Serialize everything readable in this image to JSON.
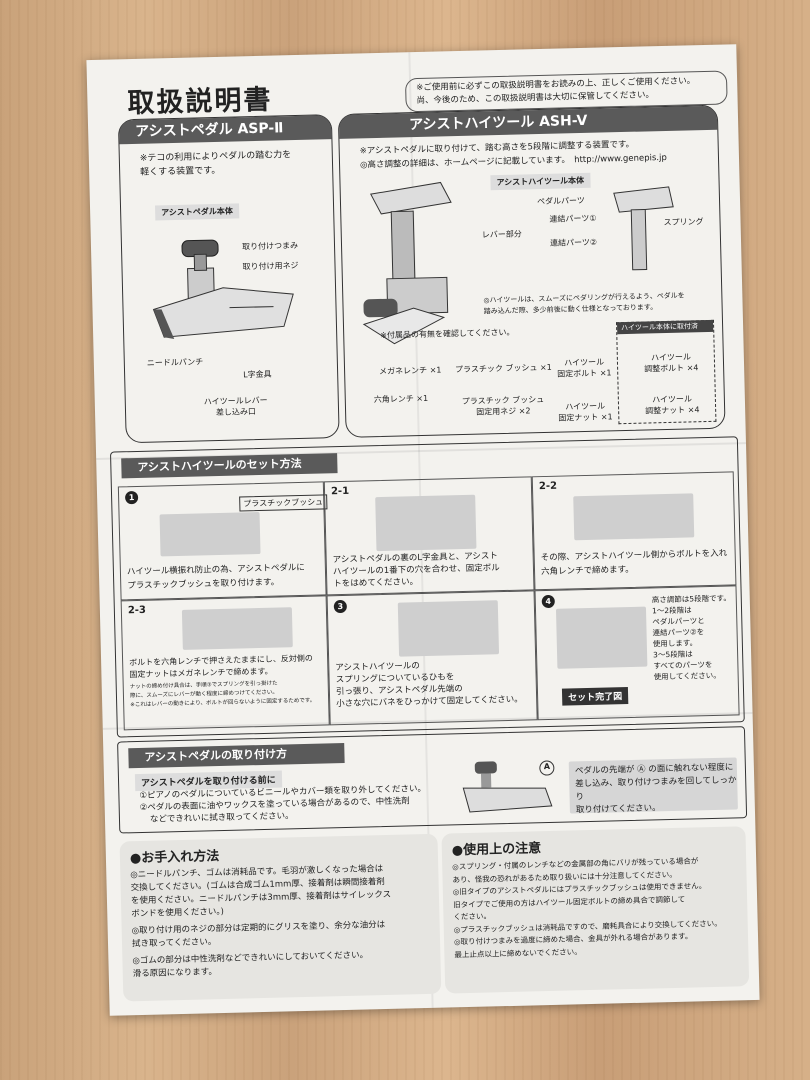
{
  "title": "取扱説明書",
  "notice": {
    "line1": "※ご使用前に必ずこの取扱説明書をお読みの上、正しくご使用ください。",
    "line2": "尚、今後のため、この取扱説明書は大切に保管してください。"
  },
  "pedal": {
    "header": "アシストペダル ASP-Ⅱ",
    "desc1": "※テコの利用によりペダルの踏む力を",
    "desc2": "軽くする装置です。",
    "body_label": "アシストペダル本体",
    "knob": "取り付けつまみ",
    "screw": "取り付け用ネジ",
    "needle": "ニードルパンチ",
    "lbracket": "L字金具",
    "lever1": "ハイツールレバー",
    "lever2": "差し込み口"
  },
  "hightool": {
    "header": "アシストハイツール ASH-V",
    "desc1": "※アシストペダルに取り付けて、踏む高さを5段階に調整する装置です。",
    "desc2": "◎高さ調整の詳細は、ホームページに記載しています。",
    "url": "http://www.genepis.jp",
    "body_label": "アシストハイツール本体",
    "pedal_parts": "ペダルパーツ",
    "link1": "連結パーツ①",
    "link2": "連結パーツ②",
    "spring": "スプリング",
    "lever": "レバー部分",
    "note1": "◎ハイツールは、スムーズにペダリングが行えるよう、ペダルを",
    "note2": "踏み込んだ際、多少前後に動く仕様となっております。"
  },
  "accessories": {
    "check": "※付属品の有無を確認してください。",
    "wrench": "メガネレンチ ×1",
    "hex": "六角レンチ ×1",
    "bush": "プラスチック ブッシュ ×1",
    "bush_screw1": "プラスチック ブッシュ",
    "bush_screw2": "固定用ネジ ×2",
    "bolt1": "ハイツール",
    "bolt2": "固定ボルト ×1",
    "nut1": "ハイツール",
    "nut2": "固定ナット ×1",
    "attached": "ハイツール本体に取付済",
    "adj_bolt1": "ハイツール",
    "adj_bolt2": "調整ボルト ×4",
    "adj_nut1": "ハイツール",
    "adj_nut2": "調整ナット ×4"
  },
  "set": {
    "header": "アシストハイツールのセット方法",
    "s1": "1",
    "s1_tag": "プラスチックブッシュ",
    "s1_t1": "ハイツール横振れ防止の為、アシストペダルに",
    "s1_t2": "プラスチックブッシュを取り付けます。",
    "s21": "2-1",
    "s21_t1": "アシストペダルの裏のL字金具と、アシスト",
    "s21_t2": "ハイツールの1番下の穴を合わせ、固定ボル",
    "s21_t3": "トをはめてください。",
    "s22": "2-2",
    "s22_t1": "その際、アシストハイツール側からボルトを入れ",
    "s22_t2": "六角レンチで締めます。",
    "s23": "2-3",
    "s23_t1": "ボルトを六角レンチで押さえたままにし、反対側の",
    "s23_t2": "固定ナットはメガネレンチで締めます。",
    "s23_t3": "ナットの締め付け具合は、手順③でスプリングを引っ掛けた",
    "s23_t4": "際に、スムーズにレバーが動く程度に締めつけてください。",
    "s23_t5": "※これはレバーの動きにより、ボルトが回らないように固定するためです。",
    "s3": "3",
    "s3_t1": "アシストハイツールの",
    "s3_t2": "スプリングについているひもを",
    "s3_t3": "引っ張り、アシストペダル先端の",
    "s3_t4": "小さな穴にバネをひっかけて固定してください。",
    "s4": "4",
    "s4_t1": "高さ調節は5段階です。",
    "s4_t2": "1〜2段階は",
    "s4_t3": "ペダルパーツと",
    "s4_t4": "連結パーツ②を",
    "s4_t5": "使用します。",
    "s4_t6": "3〜5段階は",
    "s4_t7": "すべてのパーツを",
    "s4_t8": "使用してください。",
    "complete": "セット完了図"
  },
  "install": {
    "header": "アシストペダルの取り付け方",
    "before": "アシストペダルを取り付ける前に",
    "b1": "①ピアノのペダルについているビニールやカバー類を取り外してください。",
    "b2": "②ペダルの表面に油やワックスを塗っている場合があるので、中性洗剤",
    "b3": "などできれいに拭き取ってください。",
    "marker": "A",
    "r1": "ペダルの先端が Ⓐ の面に触れない程度に",
    "r2": "差し込み、取り付けつまみを回してしっかり",
    "r3": "取り付けてください。"
  },
  "care": {
    "title": "●お手入れ方法",
    "c1": "◎ニードルパンチ、ゴムは消耗品です。毛羽が激しくなった場合は",
    "c2": "交換してください。(ゴムは合成ゴム1mm厚、接着剤は瞬間接着剤",
    "c3": "を使用ください。ニードルパンチは3mm厚、接着剤はサイレックス",
    "c4": "ボンドを使用ください。)",
    "c5": "◎取り付け用のネジの部分は定期的にグリスを塗り、余分な油分は",
    "c6": "拭き取ってください。",
    "c7": "◎ゴムの部分は中性洗剤などできれいにしておいてください。",
    "c8": "滑る原因になります。"
  },
  "caution": {
    "title": "●使用上の注意",
    "u1": "◎スプリング・付属のレンチなどの金属部の角にバリが残っている場合が",
    "u2": "あり、怪我の恐れがあるため取り扱いには十分注意してください。",
    "u3": "◎旧タイプのアシストペダルにはプラスチックブッシュは使用できません。",
    "u4": "旧タイプでご使用の方はハイツール固定ボルトの締め具合で調節して",
    "u5": "ください。",
    "u6": "◎プラスチックブッシュは消耗品ですので、磨耗具合により交換してください。",
    "u7": "◎取り付けつまみを過度に締めた場合、金具が外れる場合があります。",
    "u8": "最上止点以上に締めないでください。"
  }
}
